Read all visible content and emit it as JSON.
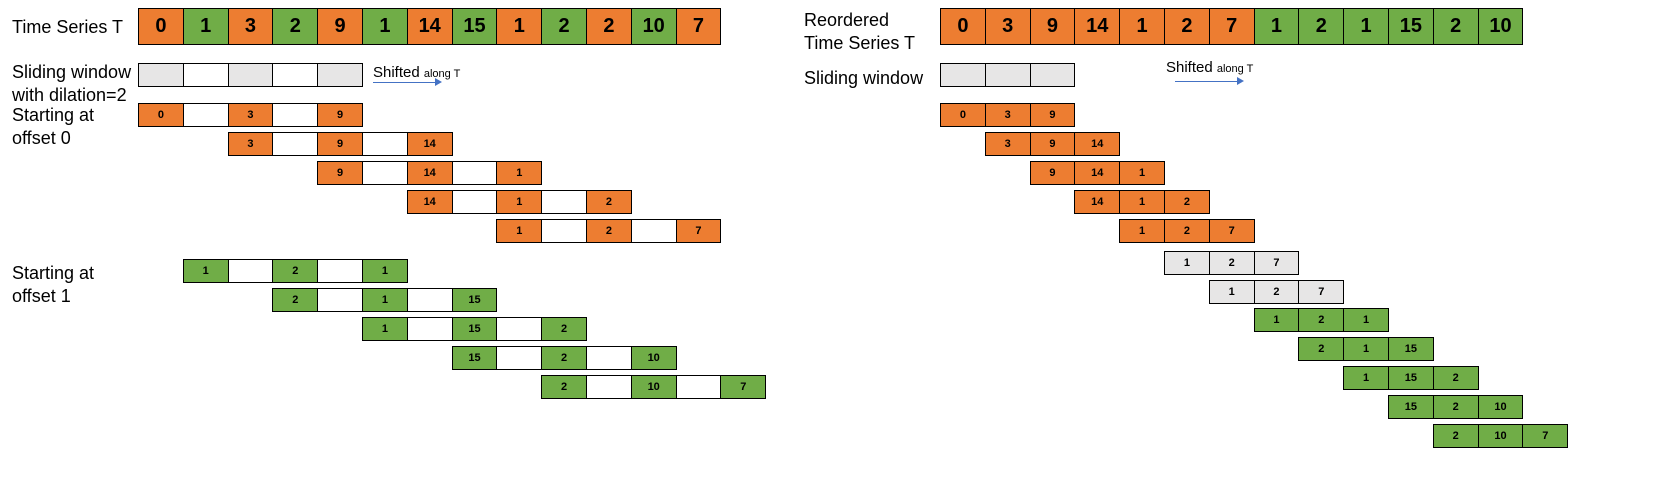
{
  "colors": {
    "orange": "#ed7d31",
    "green": "#70ad47",
    "empty": "#ffffff",
    "window": "#e7e6e6",
    "arrow": "#4472c4"
  },
  "left": {
    "series_label": "Time Series T",
    "series": [
      {
        "v": "0",
        "c": "or"
      },
      {
        "v": "1",
        "c": "gr"
      },
      {
        "v": "3",
        "c": "or"
      },
      {
        "v": "2",
        "c": "gr"
      },
      {
        "v": "9",
        "c": "or"
      },
      {
        "v": "1",
        "c": "gr"
      },
      {
        "v": "14",
        "c": "or"
      },
      {
        "v": "15",
        "c": "gr"
      },
      {
        "v": "1",
        "c": "or"
      },
      {
        "v": "2",
        "c": "gr"
      },
      {
        "v": "2",
        "c": "or"
      },
      {
        "v": "10",
        "c": "gr"
      },
      {
        "v": "7",
        "c": "or"
      }
    ],
    "window_label_1": "Sliding window",
    "window_label_2": "with dilation=2",
    "shifted_main": "Shifted",
    "shifted_small": "along T",
    "window_pattern": [
      "lg",
      "wh",
      "lg",
      "wh",
      "lg"
    ],
    "offset0_label_1": "Starting at",
    "offset0_label_2": "offset 0",
    "offset0_rows": [
      {
        "start": 0,
        "cells": [
          {
            "v": "0",
            "c": "or"
          },
          {
            "v": "",
            "c": "wh"
          },
          {
            "v": "3",
            "c": "or"
          },
          {
            "v": "",
            "c": "wh"
          },
          {
            "v": "9",
            "c": "or"
          }
        ]
      },
      {
        "start": 2,
        "cells": [
          {
            "v": "3",
            "c": "or"
          },
          {
            "v": "",
            "c": "wh"
          },
          {
            "v": "9",
            "c": "or"
          },
          {
            "v": "",
            "c": "wh"
          },
          {
            "v": "14",
            "c": "or"
          }
        ]
      },
      {
        "start": 4,
        "cells": [
          {
            "v": "9",
            "c": "or"
          },
          {
            "v": "",
            "c": "wh"
          },
          {
            "v": "14",
            "c": "or"
          },
          {
            "v": "",
            "c": "wh"
          },
          {
            "v": "1",
            "c": "or"
          }
        ]
      },
      {
        "start": 6,
        "cells": [
          {
            "v": "14",
            "c": "or"
          },
          {
            "v": "",
            "c": "wh"
          },
          {
            "v": "1",
            "c": "or"
          },
          {
            "v": "",
            "c": "wh"
          },
          {
            "v": "2",
            "c": "or"
          }
        ]
      },
      {
        "start": 8,
        "cells": [
          {
            "v": "1",
            "c": "or"
          },
          {
            "v": "",
            "c": "wh"
          },
          {
            "v": "2",
            "c": "or"
          },
          {
            "v": "",
            "c": "wh"
          },
          {
            "v": "7",
            "c": "or"
          }
        ]
      }
    ],
    "offset1_label_1": "Starting at",
    "offset1_label_2": "offset 1",
    "offset1_rows": [
      {
        "start": 1,
        "cells": [
          {
            "v": "1",
            "c": "gr"
          },
          {
            "v": "",
            "c": "wh"
          },
          {
            "v": "2",
            "c": "gr"
          },
          {
            "v": "",
            "c": "wh"
          },
          {
            "v": "1",
            "c": "gr"
          }
        ]
      },
      {
        "start": 3,
        "cells": [
          {
            "v": "2",
            "c": "gr"
          },
          {
            "v": "",
            "c": "wh"
          },
          {
            "v": "1",
            "c": "gr"
          },
          {
            "v": "",
            "c": "wh"
          },
          {
            "v": "15",
            "c": "gr"
          }
        ]
      },
      {
        "start": 5,
        "cells": [
          {
            "v": "1",
            "c": "gr"
          },
          {
            "v": "",
            "c": "wh"
          },
          {
            "v": "15",
            "c": "gr"
          },
          {
            "v": "",
            "c": "wh"
          },
          {
            "v": "2",
            "c": "gr"
          }
        ]
      },
      {
        "start": 7,
        "cells": [
          {
            "v": "15",
            "c": "gr"
          },
          {
            "v": "",
            "c": "wh"
          },
          {
            "v": "2",
            "c": "gr"
          },
          {
            "v": "",
            "c": "wh"
          },
          {
            "v": "10",
            "c": "gr"
          }
        ]
      },
      {
        "start": 9,
        "cells": [
          {
            "v": "2",
            "c": "gr"
          },
          {
            "v": "",
            "c": "wh"
          },
          {
            "v": "10",
            "c": "gr"
          },
          {
            "v": "",
            "c": "wh"
          },
          {
            "v": "7",
            "c": "gr"
          }
        ]
      }
    ]
  },
  "right": {
    "series_label_1": "Reordered",
    "series_label_2": "Time Series T",
    "series": [
      {
        "v": "0",
        "c": "or"
      },
      {
        "v": "3",
        "c": "or"
      },
      {
        "v": "9",
        "c": "or"
      },
      {
        "v": "14",
        "c": "or"
      },
      {
        "v": "1",
        "c": "or"
      },
      {
        "v": "2",
        "c": "or"
      },
      {
        "v": "7",
        "c": "or"
      },
      {
        "v": "1",
        "c": "gr"
      },
      {
        "v": "2",
        "c": "gr"
      },
      {
        "v": "1",
        "c": "gr"
      },
      {
        "v": "15",
        "c": "gr"
      },
      {
        "v": "2",
        "c": "gr"
      },
      {
        "v": "10",
        "c": "gr"
      }
    ],
    "window_label": "Sliding window",
    "shifted_main": "Shifted",
    "shifted_small": "along T",
    "window_pattern": [
      "lg",
      "lg",
      "lg"
    ],
    "rows": [
      {
        "start": 0,
        "cells": [
          {
            "v": "0",
            "c": "or"
          },
          {
            "v": "3",
            "c": "or"
          },
          {
            "v": "9",
            "c": "or"
          }
        ]
      },
      {
        "start": 1,
        "cells": [
          {
            "v": "3",
            "c": "or"
          },
          {
            "v": "9",
            "c": "or"
          },
          {
            "v": "14",
            "c": "or"
          }
        ]
      },
      {
        "start": 2,
        "cells": [
          {
            "v": "9",
            "c": "or"
          },
          {
            "v": "14",
            "c": "or"
          },
          {
            "v": "1",
            "c": "or"
          }
        ]
      },
      {
        "start": 3,
        "cells": [
          {
            "v": "14",
            "c": "or"
          },
          {
            "v": "1",
            "c": "or"
          },
          {
            "v": "2",
            "c": "or"
          }
        ]
      },
      {
        "start": 4,
        "cells": [
          {
            "v": "1",
            "c": "or"
          },
          {
            "v": "2",
            "c": "or"
          },
          {
            "v": "7",
            "c": "or"
          }
        ]
      },
      {
        "start": 5,
        "cells": [
          {
            "v": "1",
            "c": "lg"
          },
          {
            "v": "2",
            "c": "lg"
          },
          {
            "v": "7",
            "c": "lg"
          }
        ]
      },
      {
        "start": 6,
        "cells": [
          {
            "v": "1",
            "c": "lg"
          },
          {
            "v": "2",
            "c": "lg"
          },
          {
            "v": "7",
            "c": "lg"
          }
        ]
      },
      {
        "start": 7,
        "cells": [
          {
            "v": "1",
            "c": "gr"
          },
          {
            "v": "2",
            "c": "gr"
          },
          {
            "v": "1",
            "c": "gr"
          }
        ]
      },
      {
        "start": 8,
        "cells": [
          {
            "v": "2",
            "c": "gr"
          },
          {
            "v": "1",
            "c": "gr"
          },
          {
            "v": "15",
            "c": "gr"
          }
        ]
      },
      {
        "start": 9,
        "cells": [
          {
            "v": "1",
            "c": "gr"
          },
          {
            "v": "15",
            "c": "gr"
          },
          {
            "v": "2",
            "c": "gr"
          }
        ]
      },
      {
        "start": 10,
        "cells": [
          {
            "v": "15",
            "c": "gr"
          },
          {
            "v": "2",
            "c": "gr"
          },
          {
            "v": "10",
            "c": "gr"
          }
        ]
      },
      {
        "start": 11,
        "cells": [
          {
            "v": "2",
            "c": "gr"
          },
          {
            "v": "10",
            "c": "gr"
          },
          {
            "v": "7",
            "c": "gr"
          }
        ]
      }
    ]
  }
}
